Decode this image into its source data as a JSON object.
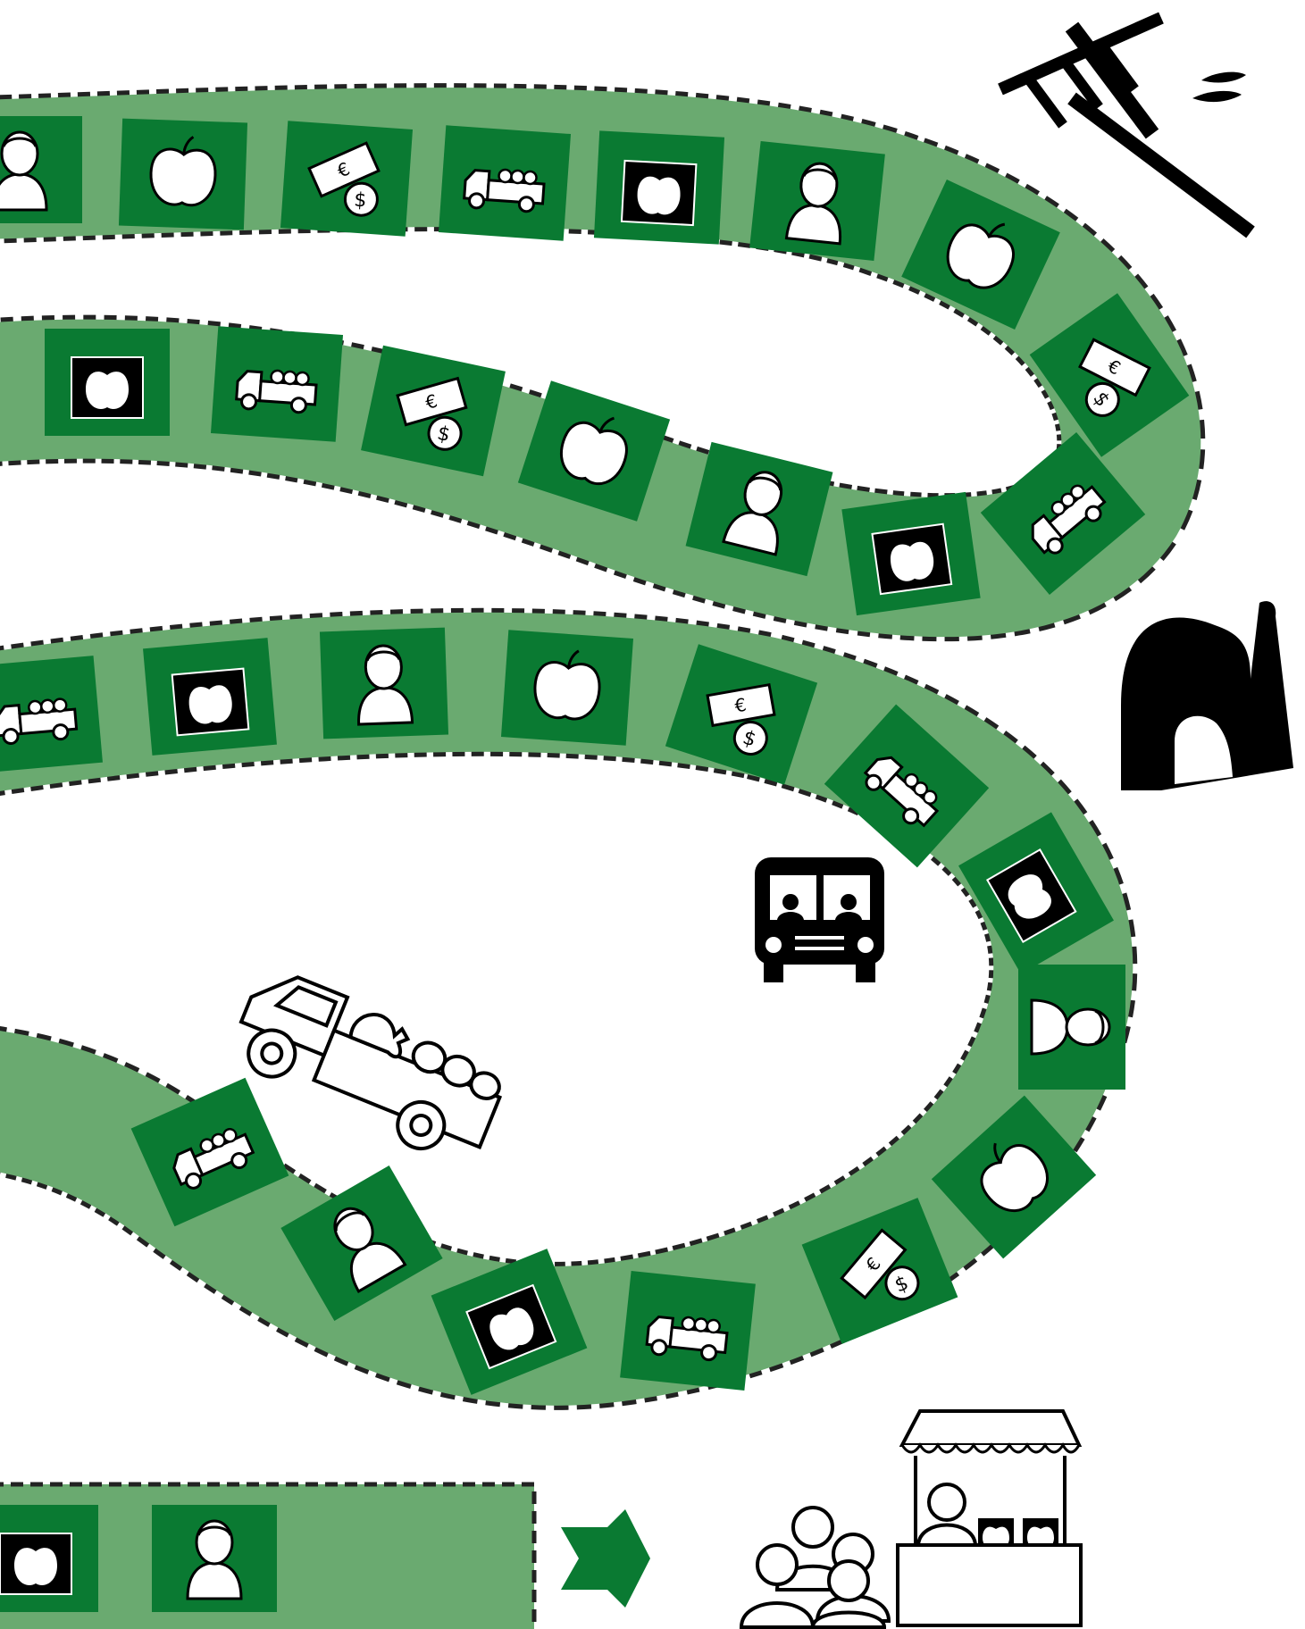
{
  "board": {
    "path_color": "#6aaa70",
    "tile_color": "#0a7a32",
    "border_color": "#222222"
  },
  "spaces": [
    "person",
    "apple",
    "money",
    "truck",
    "gift",
    "person",
    "apple",
    "money",
    "truck",
    "gift",
    "person",
    "apple",
    "money",
    "truck",
    "gift",
    "truck",
    "gift",
    "person",
    "apple",
    "money",
    "truck",
    "gift",
    "person",
    "apple",
    "money",
    "truck",
    "gift",
    "person",
    "truck",
    "gift",
    "person"
  ],
  "scenery": [
    "hand-rake-icon",
    "tunnel-icon",
    "bus-icon",
    "truck-icon",
    "finish-arrow-icon",
    "market-stall-icon"
  ],
  "money_symbols": [
    "€",
    "$"
  ]
}
